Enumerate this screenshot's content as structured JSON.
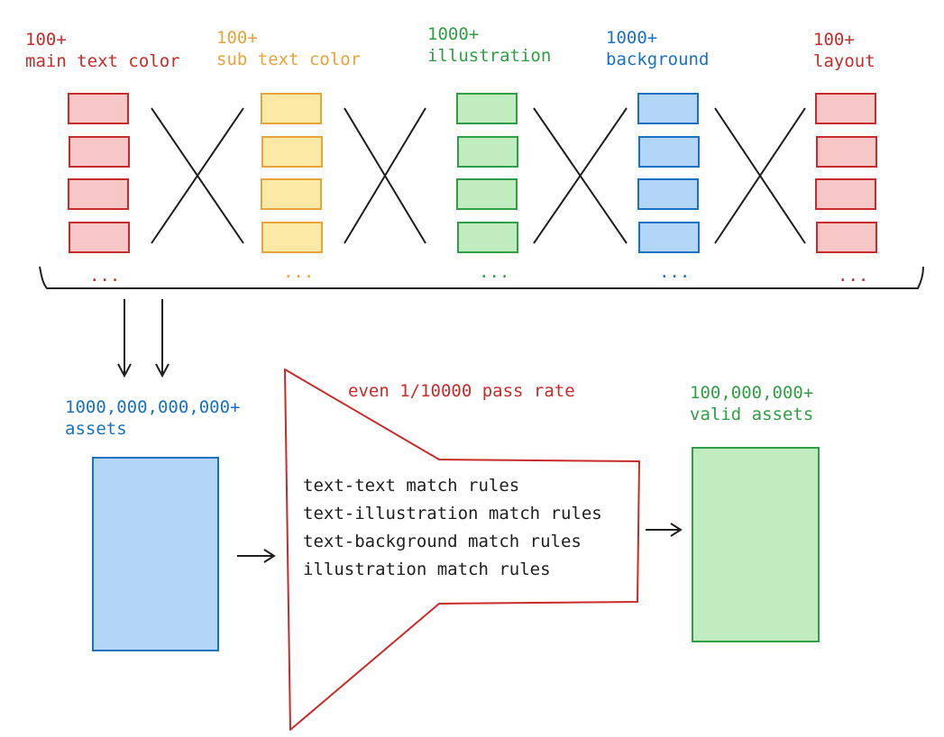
{
  "categories": [
    {
      "count": "100+",
      "name": "main text color",
      "stroke": "#c92a2a",
      "fill": "#f7c6c7",
      "ellipsis": "..."
    },
    {
      "count": "100+",
      "name": "sub text color",
      "stroke": "#e8a33a",
      "fill": "#fde9a6",
      "ellipsis": "..."
    },
    {
      "count": "1000+",
      "name": "illustration",
      "stroke": "#2f9e44",
      "fill": "#c1ecc0",
      "ellipsis": "..."
    },
    {
      "count": "1000+",
      "name": "background",
      "stroke": "#1971c2",
      "fill": "#b3d6f7",
      "ellipsis": "..."
    },
    {
      "count": "100+",
      "name": "layout",
      "stroke": "#c92a2a",
      "fill": "#f7c6c7",
      "ellipsis": "..."
    }
  ],
  "assets": {
    "count": "1000,000,000,000+",
    "label": "assets",
    "color": "#1971c2",
    "fill": "#b3d6f7"
  },
  "filter": {
    "pass_rate": "even 1/10000 pass rate",
    "color": "#c92a2a",
    "rules": [
      "text-text match rules",
      "text-illustration match rules",
      "text-background match rules",
      "illustration match rules"
    ]
  },
  "valid": {
    "count": "100,000,000+",
    "label": "valid assets",
    "color": "#2f9e44",
    "fill": "#c1ecc0"
  },
  "ink_color": "#1e1e1e"
}
